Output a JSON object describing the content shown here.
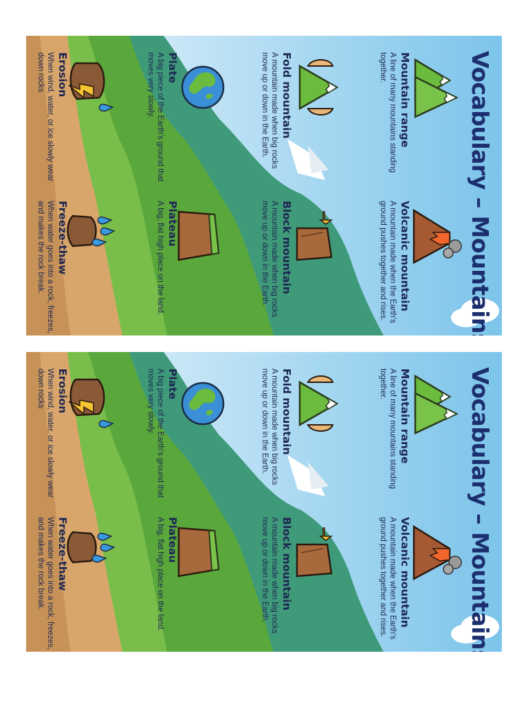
{
  "sheet": {
    "title": "Vocabulary – Mountains",
    "terms": {
      "mountain_range": {
        "label": "Mountain range",
        "desc": "A line of many mountains standing together."
      },
      "volcanic_mountain": {
        "label": "Volcanic mountain",
        "desc": "A mountain made when the Earth's ground pushes together and rises."
      },
      "fold_mountain": {
        "label": "Fold mountain",
        "desc": "A mountain made when big rocks move up or down in the Earth."
      },
      "block_mountain": {
        "label": "Block mountain",
        "desc": "A mountain made when big rocks move up or down in the Earth."
      },
      "plate": {
        "label": "Plate",
        "desc": "A big piece of the Earth's ground that moves very slowly."
      },
      "plateau": {
        "label": "Plateau",
        "desc": "A big, flat high place on the land."
      },
      "erosion": {
        "label": "Erosion",
        "desc": "When wind, water, or ice slowly wear down rocks"
      },
      "freeze_thaw": {
        "label": "Freeze-thaw",
        "desc": "When water goes into a rock, freezes, and makes the rock break."
      }
    },
    "icons": [
      "mountain-range-icon",
      "volcano-icon",
      "fold-mountain-icon",
      "block-mountain-icon",
      "globe-icon",
      "plateau-icon",
      "erosion-icon",
      "freeze-thaw-icon"
    ]
  },
  "colors": {
    "sky": "#9fd3ee",
    "grass": "#5aa83c",
    "dirt": "#d8a66a",
    "title": "#1c2e6e"
  }
}
